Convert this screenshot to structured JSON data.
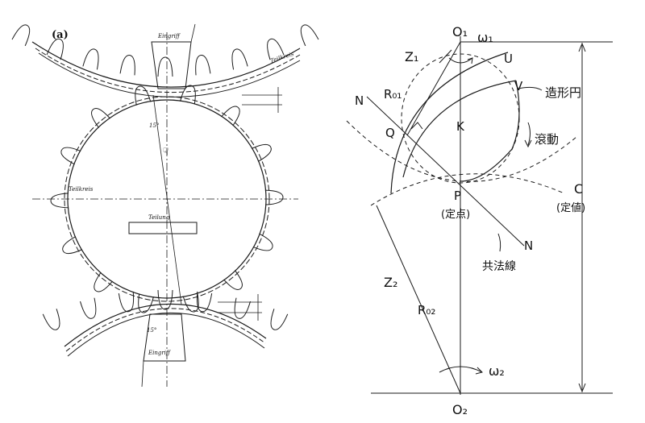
{
  "left_figure": {
    "panel_label": "(a)",
    "eingriff_top": "Eingriff",
    "eingriff_bottom": "Eingriff",
    "teilkreis_top": "Teilkreis",
    "teilkreis_left": "Teilkreis",
    "teilung": "Teilung",
    "angle_top": "15°",
    "angle_bottom": "15°"
  },
  "right_figure": {
    "o1": "O₁",
    "omega1": "ω₁",
    "z1": "Z₁",
    "u": "U",
    "v": "V",
    "zokeisen": "造形円",
    "n_top": "N",
    "r01": "R₀₁",
    "q": "Q",
    "k": "K",
    "kodo": "滾動",
    "p": "P",
    "teiten": "(定点)",
    "c": "C",
    "teichi": "(定値)",
    "n_bottom": "N",
    "kyohosen": "共法線",
    "z2": "Z₂",
    "r02": "R₀₂",
    "omega2": "ω₂",
    "o2": "O₂"
  }
}
